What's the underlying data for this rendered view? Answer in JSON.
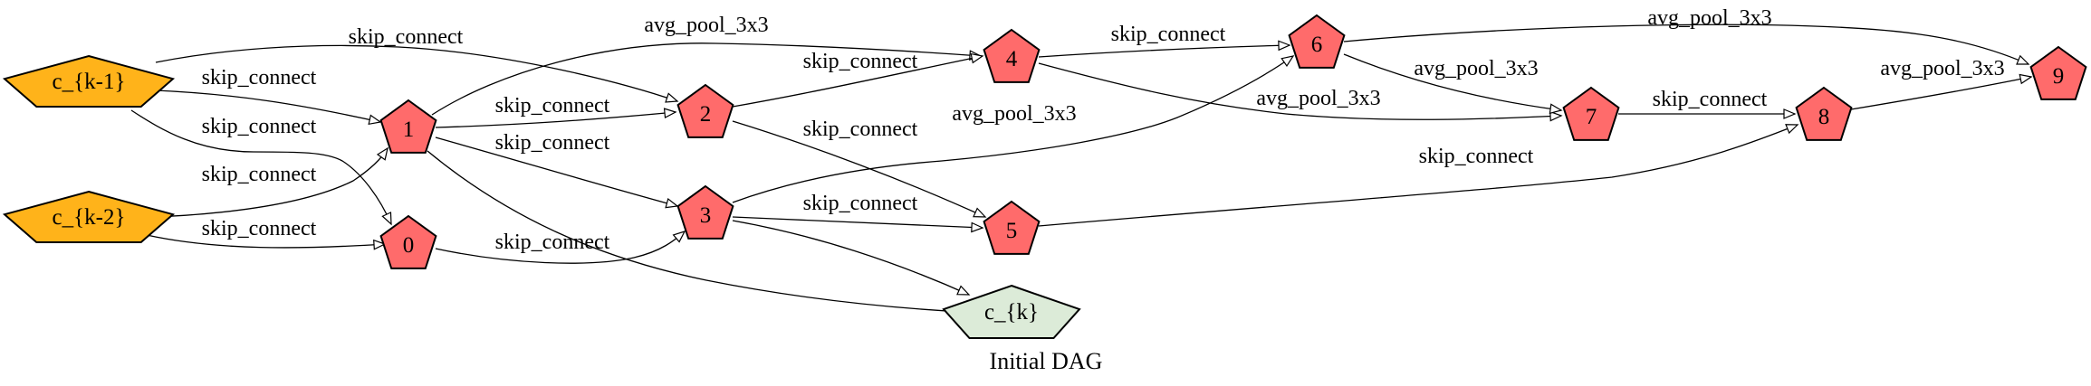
{
  "caption": "Initial DAG",
  "colors": {
    "input_node": "#FFB31A",
    "op_node": "#FF6B6B",
    "output_node": "#DCEBD8",
    "stroke": "#000000"
  },
  "nodes": [
    {
      "id": "ck1",
      "label": "c_{k-1}",
      "kind": "input"
    },
    {
      "id": "ck2",
      "label": "c_{k-2}",
      "kind": "input"
    },
    {
      "id": "n0",
      "label": "0",
      "kind": "op"
    },
    {
      "id": "n1",
      "label": "1",
      "kind": "op"
    },
    {
      "id": "n2",
      "label": "2",
      "kind": "op"
    },
    {
      "id": "n3",
      "label": "3",
      "kind": "op"
    },
    {
      "id": "n4",
      "label": "4",
      "kind": "op"
    },
    {
      "id": "n5",
      "label": "5",
      "kind": "op"
    },
    {
      "id": "n6",
      "label": "6",
      "kind": "op"
    },
    {
      "id": "n7",
      "label": "7",
      "kind": "op"
    },
    {
      "id": "n8",
      "label": "8",
      "kind": "op"
    },
    {
      "id": "n9",
      "label": "9",
      "kind": "op"
    },
    {
      "id": "ck",
      "label": "c_{k}",
      "kind": "output"
    }
  ],
  "edges": [
    {
      "from": "ck1",
      "to": "n2",
      "label": "skip_connect"
    },
    {
      "from": "ck1",
      "to": "n1",
      "label": "skip_connect"
    },
    {
      "from": "ck1",
      "to": "n0",
      "label": "skip_connect"
    },
    {
      "from": "ck2",
      "to": "n1",
      "label": "skip_connect"
    },
    {
      "from": "ck2",
      "to": "n0",
      "label": "skip_connect"
    },
    {
      "from": "n1",
      "to": "n4",
      "label": "avg_pool_3x3"
    },
    {
      "from": "n1",
      "to": "n2",
      "label": "skip_connect"
    },
    {
      "from": "n1",
      "to": "n3",
      "label": "skip_connect"
    },
    {
      "from": "n0",
      "to": "n3",
      "label": "skip_connect"
    },
    {
      "from": "n1",
      "to": "ck",
      "label": ""
    },
    {
      "from": "n2",
      "to": "n4",
      "label": "skip_connect"
    },
    {
      "from": "n2",
      "to": "n5",
      "label": "skip_connect"
    },
    {
      "from": "n3",
      "to": "n6",
      "label": "avg_pool_3x3"
    },
    {
      "from": "n3",
      "to": "n5",
      "label": "skip_connect"
    },
    {
      "from": "n3",
      "to": "ck",
      "label": ""
    },
    {
      "from": "n4",
      "to": "n6",
      "label": "skip_connect"
    },
    {
      "from": "n4",
      "to": "n7",
      "label": "avg_pool_3x3"
    },
    {
      "from": "n6",
      "to": "n9",
      "label": "avg_pool_3x3"
    },
    {
      "from": "n6",
      "to": "n7",
      "label": "avg_pool_3x3"
    },
    {
      "from": "n7",
      "to": "n8",
      "label": "skip_connect"
    },
    {
      "from": "n5",
      "to": "n8",
      "label": "skip_connect"
    },
    {
      "from": "n8",
      "to": "n9",
      "label": "avg_pool_3x3"
    }
  ]
}
